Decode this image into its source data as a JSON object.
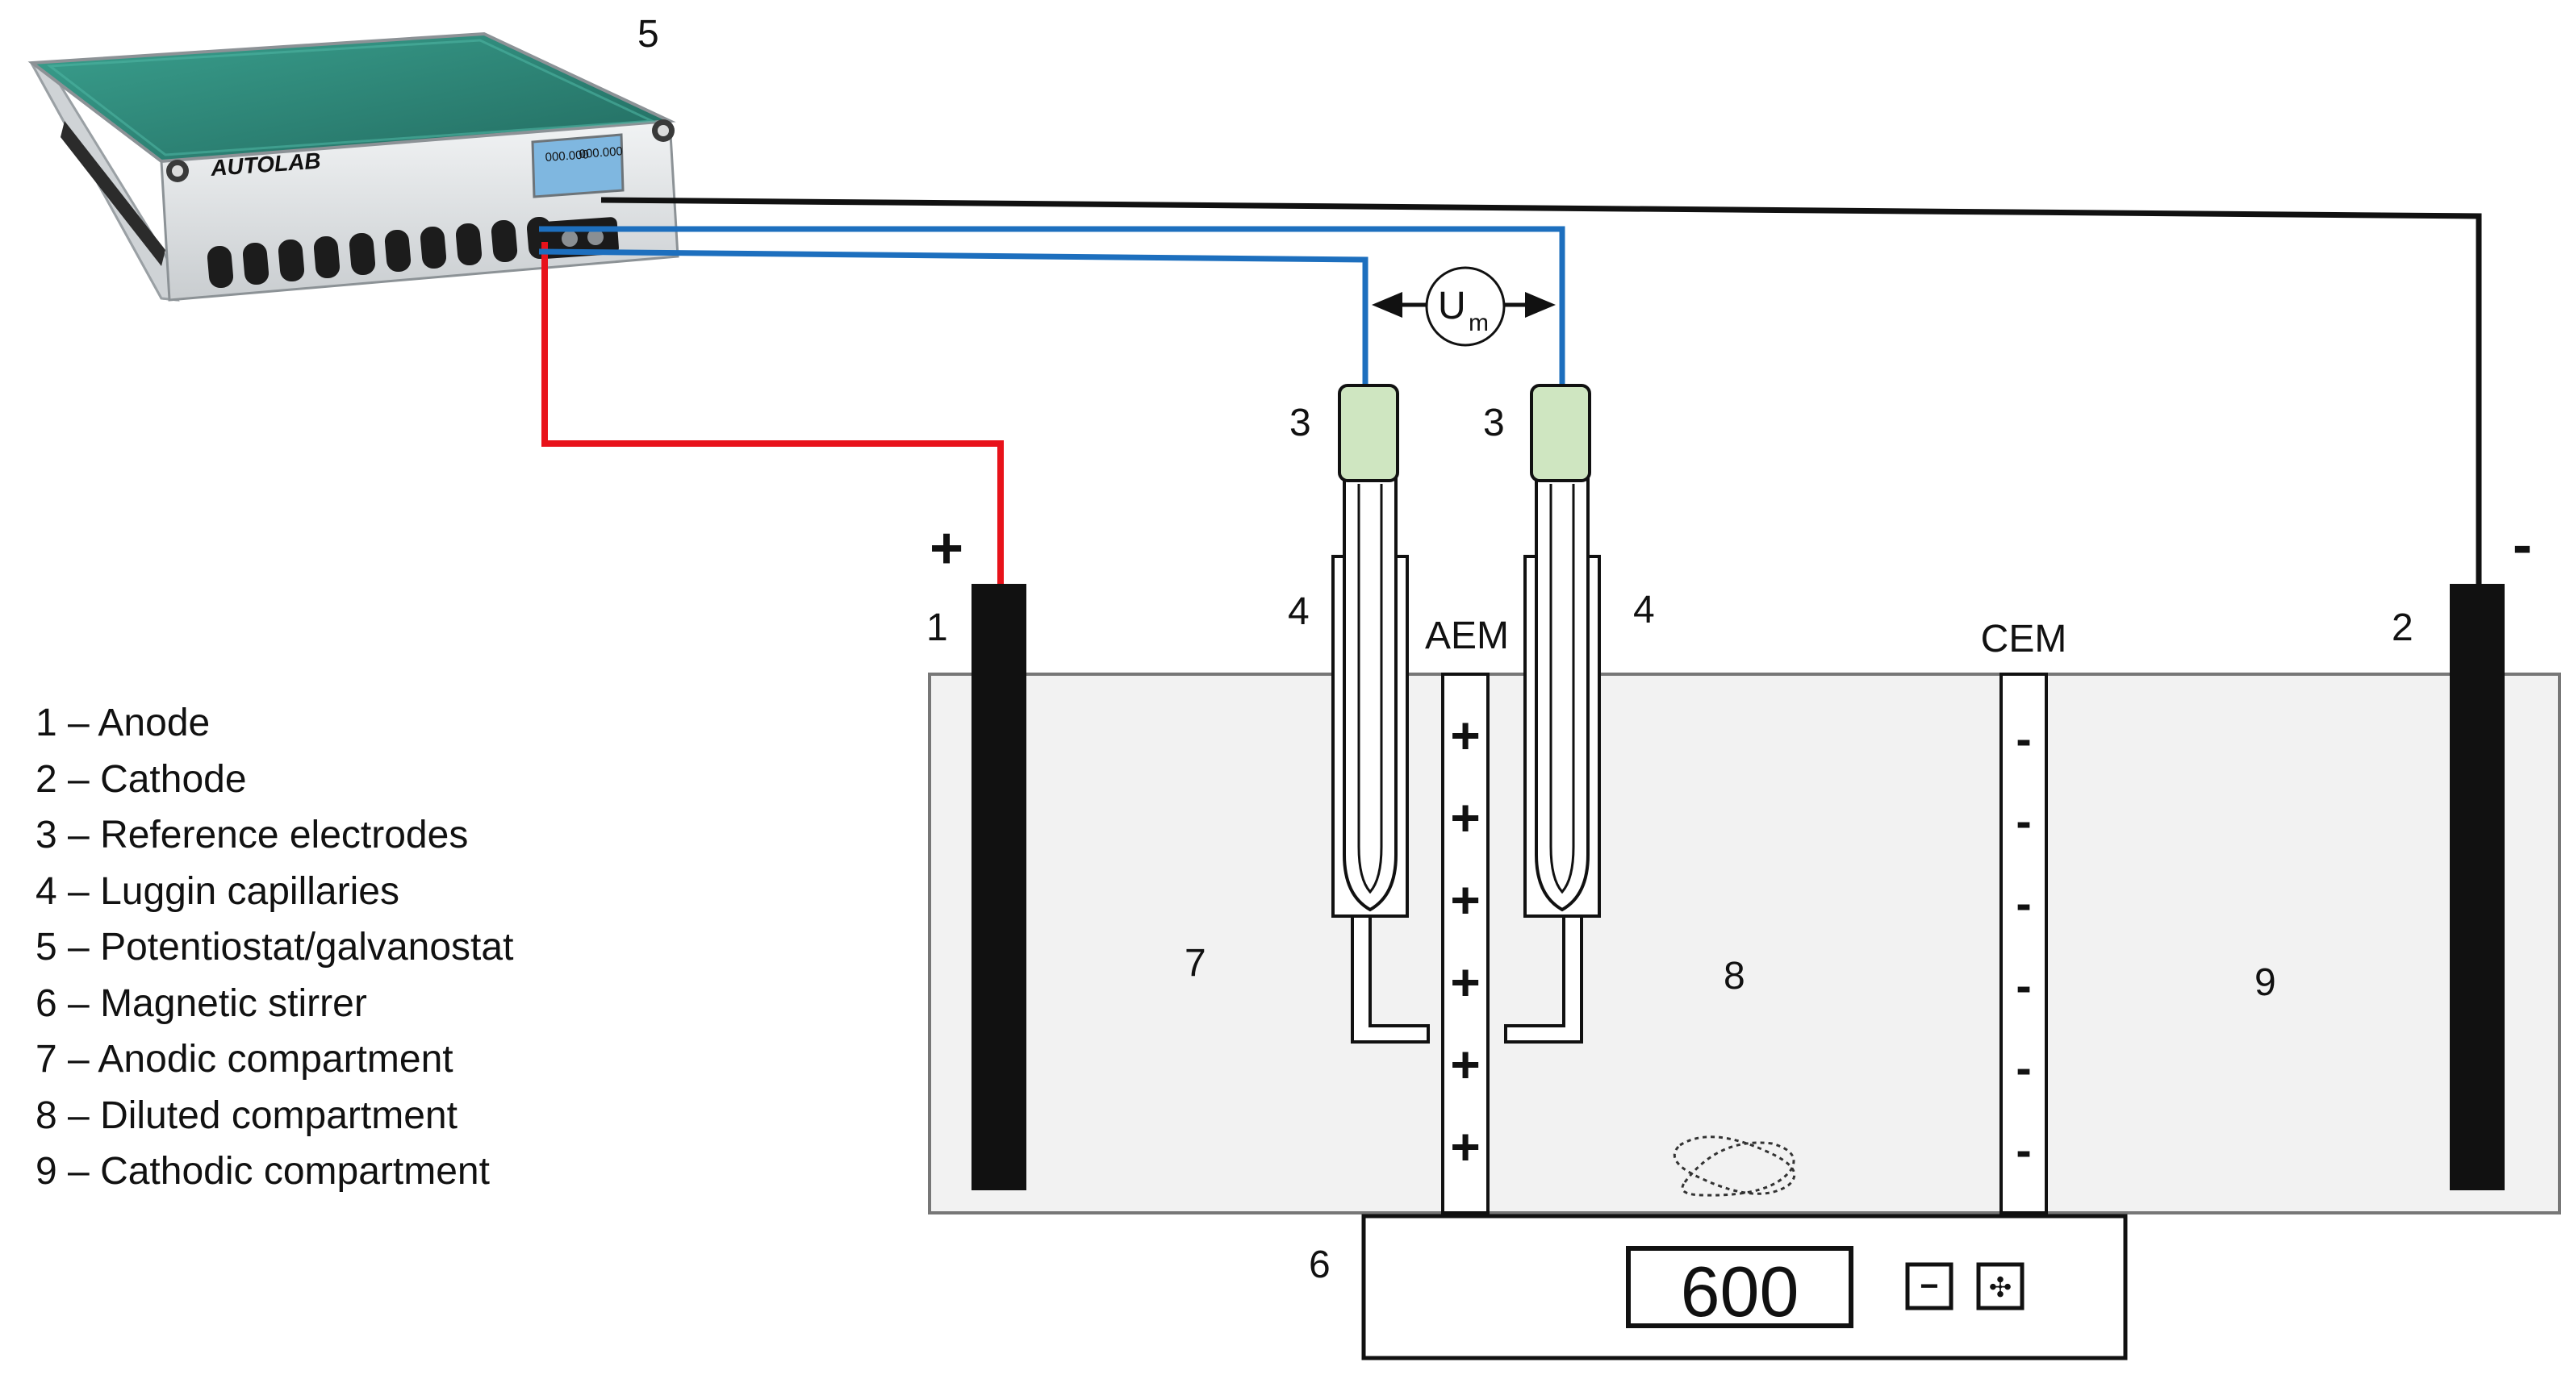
{
  "device": {
    "number": "5",
    "brand": "AUTOLAB",
    "screen_left": "000.000",
    "screen_right": "000.000"
  },
  "voltage": {
    "symbol": "U",
    "subscript": "m"
  },
  "labels": {
    "anode_number": "1",
    "cathode_number": "2",
    "ref_left_number": "3",
    "ref_right_number": "3",
    "luggin_left_number": "4",
    "luggin_right_number": "4",
    "anode_sign": "+",
    "cathode_sign": "-",
    "aem": "AEM",
    "cem": "CEM",
    "comp_anodic": "7",
    "comp_diluted": "8",
    "comp_cathodic": "9",
    "stirrer_number": "6"
  },
  "membranes": {
    "aem_sign": "+",
    "cem_sign": "-"
  },
  "stirrer": {
    "display_value": "600",
    "minus_label": "−",
    "fan_label": "✣"
  },
  "legend": [
    "1 – Anode",
    "2 – Cathode",
    "3 – Reference electrodes",
    "4 – Luggin capillaries",
    "5 – Potentiostat/galvanostat",
    "6 – Magnetic stirrer",
    "7 – Anodic compartment",
    "8 – Diluted compartment",
    "9 – Cathodic compartment"
  ],
  "colors": {
    "anode_wire": "#e8121a",
    "reference_wire": "#1d6fbe",
    "cathode_wire": "#111111",
    "electrolyte": "#f2f2f2",
    "electrode_tip": "#cfe6c1",
    "device_lid": "#2f8c7c",
    "aem_sign": "#b8141b",
    "cem_sign": "#1f3e63"
  }
}
